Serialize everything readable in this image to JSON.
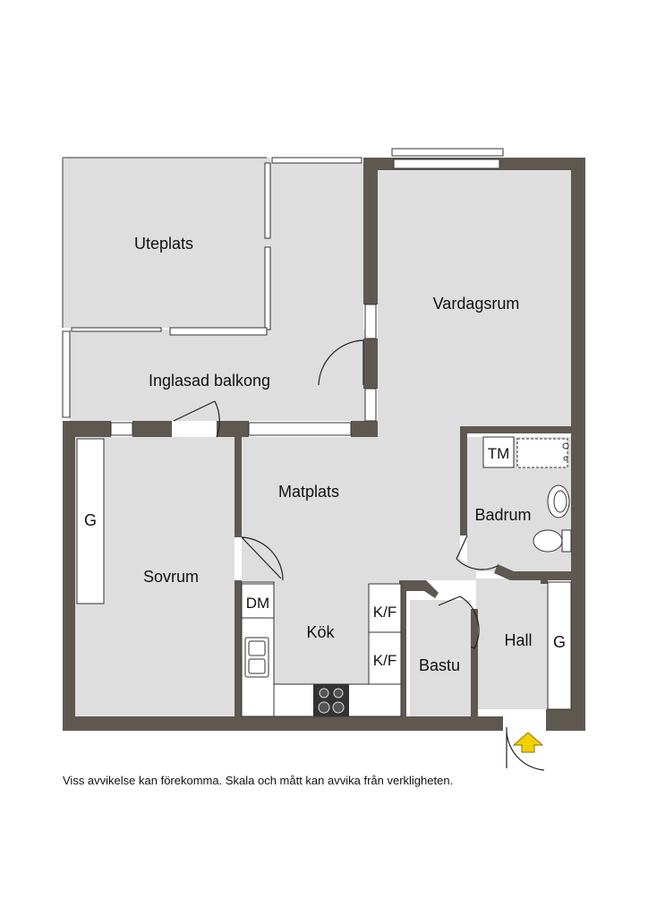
{
  "rooms": {
    "uteplats": "Uteplats",
    "vardagsrum": "Vardagsrum",
    "inglasad_balkong": "Inglasad balkong",
    "matplats": "Matplats",
    "sovrum": "Sovrum",
    "kok": "Kök",
    "badrum": "Badrum",
    "bastu": "Bastu",
    "hall": "Hall"
  },
  "fixtures": {
    "wardrobe_sovrum": "G",
    "wardrobe_hall": "G",
    "dishwasher": "DM",
    "fridge_freezer_1": "K/F",
    "fridge_freezer_2": "K/F",
    "washing_machine": "TM"
  },
  "entrance_icon": "entrance-arrow-icon",
  "colors": {
    "wall": "#5f5850",
    "floor": "#dedede",
    "line": "#222222",
    "entrance_arrow": "#f5d000"
  },
  "disclaimer": "Viss avvikelse kan förekomma. Skala och mått kan avvika från verkligheten."
}
